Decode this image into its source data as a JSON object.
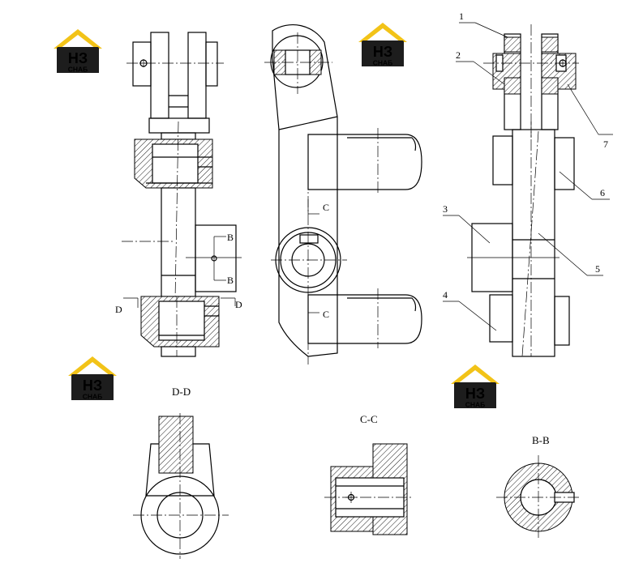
{
  "logo": {
    "big": "НЗ",
    "small": "СНАБ",
    "colors": {
      "roof": "#f2c318",
      "tile": "#1d1d1d",
      "text": "#ffffff",
      "strip": "#1d1d1d"
    }
  },
  "section_labels": {
    "dd": "D-D",
    "cc": "C-C",
    "bb": "B-B"
  },
  "cut_markers": {
    "b": "B",
    "c": "C",
    "d": "D"
  },
  "callouts": [
    "1",
    "2",
    "3",
    "4",
    "5",
    "6",
    "7"
  ]
}
